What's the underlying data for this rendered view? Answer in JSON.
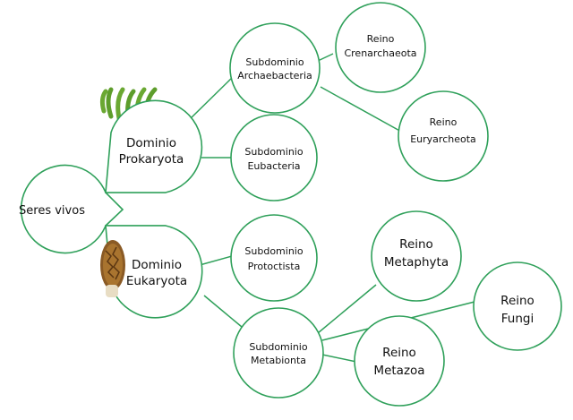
{
  "diagram": {
    "root": {
      "lines": [
        "Seres vivos"
      ]
    },
    "prokaryota": {
      "lines": [
        "Dominio",
        "Prokaryota"
      ],
      "image": "bacteria-icon"
    },
    "eukaryota": {
      "lines": [
        "Dominio",
        "Eukaryota"
      ],
      "image": "morel-mushroom-icon"
    },
    "archaebacteria": {
      "lines": [
        "Subdominio",
        "Archaebacteria"
      ]
    },
    "eubacteria": {
      "lines": [
        "Subdominio",
        "Eubacteria"
      ]
    },
    "protoctista": {
      "lines": [
        "Subdominio",
        "Protoctista"
      ]
    },
    "metabionta": {
      "lines": [
        "Subdominio",
        "Metabionta"
      ]
    },
    "crenarchaeota": {
      "lines": [
        "Reino",
        "Crenarchaeota"
      ]
    },
    "euryarcheota": {
      "lines": [
        "Reino",
        "Euryarcheota"
      ]
    },
    "metaphyta": {
      "lines": [
        "Reino",
        "Metaphyta"
      ]
    },
    "fungi": {
      "lines": [
        "Reino",
        "Fungi"
      ]
    },
    "metazoa": {
      "lines": [
        "Reino",
        "Metazoa"
      ]
    },
    "accent_color": "#2fa05a"
  }
}
